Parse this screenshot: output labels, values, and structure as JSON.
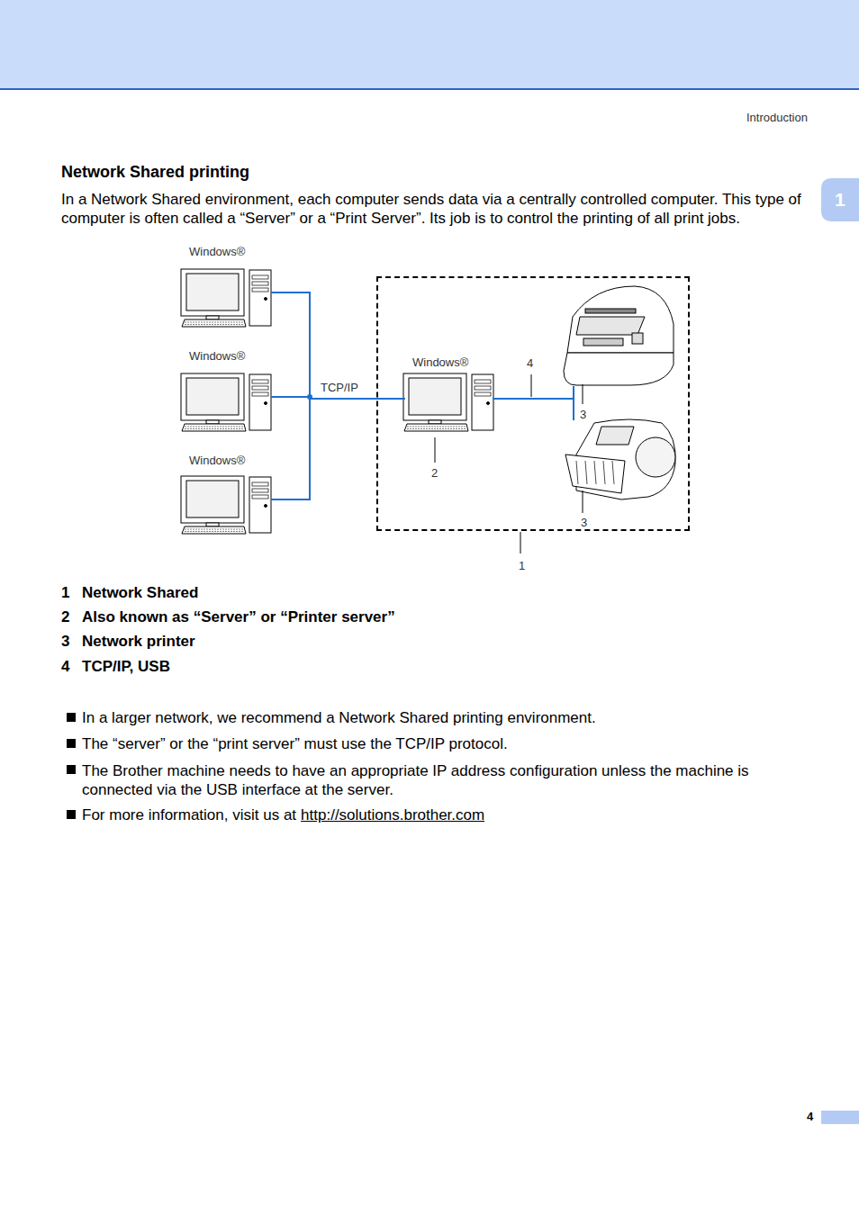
{
  "diagram": {
    "title": "Network Shared printing",
    "nodes": [
      {
        "text": [
          "Windows®"
        ]
      },
      {
        "text": [
          "Windows®"
        ]
      },
      {
        "text": [
          "Windows®"
        ]
      },
      {
        "text": [
          "1"
        ]
      },
      {
        "text": [
          "Windows®",
          "2"
        ],
        "in": 3
      },
      {
        "text": [
          "3"
        ],
        "in": 3
      },
      {
        "text": [
          "3"
        ],
        "in": 3
      }
    ],
    "edges": [
      {
        "from": 0,
        "to": 4,
        "arrow": "none"
      },
      {
        "from": 1,
        "to": 4,
        "label": "TCP/IP",
        "arrow": "none"
      },
      {
        "from": 2,
        "to": 4,
        "arrow": "none"
      },
      {
        "from": 4,
        "to": 5,
        "arrow": "none"
      },
      {
        "from": 4,
        "to": 6,
        "arrow": "none"
      }
    ],
    "labels": [
      "Introduction",
      "1",
      "In a Network Shared environment, each computer sends data via a centrally controlled computer. This type of computer is often called a “Server” or a “Print Server”. Its job is to control the printing of all print jobs.",
      "4",
      "1",
      "Network Shared",
      "2",
      "Also known as “Server” or “Printer server”",
      "3",
      "Network printer",
      "4",
      "TCP/IP, USB",
      "In a larger network, we recommend a Network Shared printing environment.",
      "The “server” or the “print server” must use the TCP/IP protocol.",
      "The Brother machine needs to have an appropriate IP address configuration unless the machine is connected via the USB interface at the server.",
      "For more information, visit us at",
      "http://solutions.brother.com",
      "4"
    ]
  }
}
